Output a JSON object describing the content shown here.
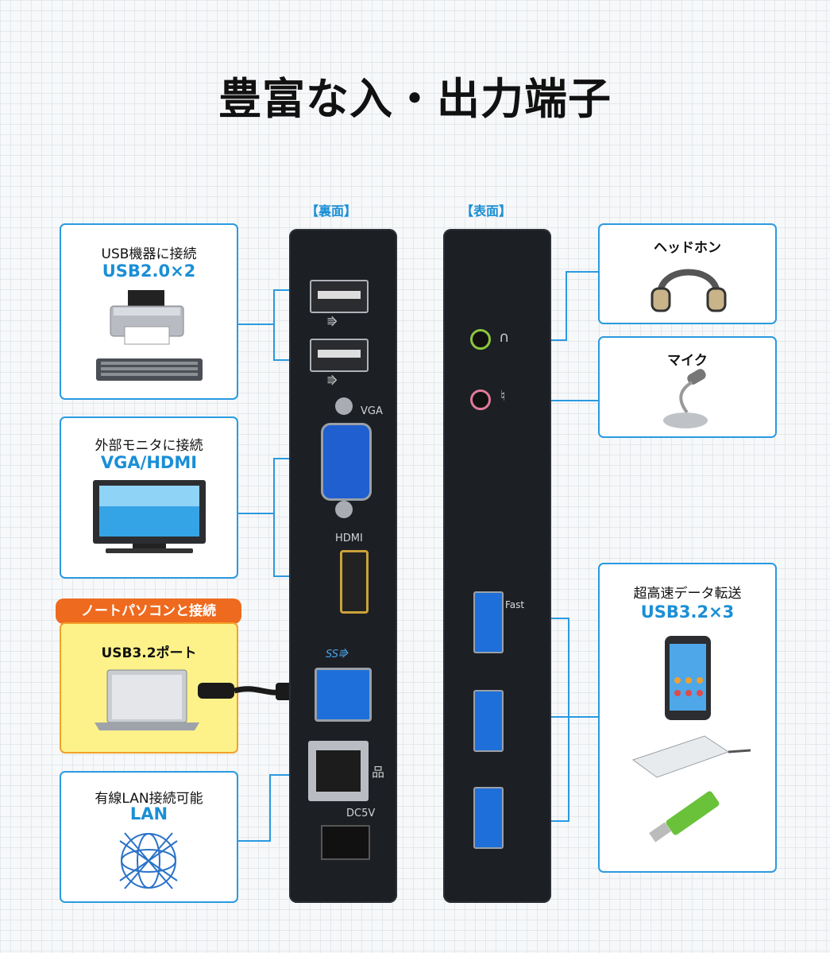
{
  "title": "豊富な入・出力端子",
  "sections": {
    "back": "【裏面】",
    "front": "【表面】"
  },
  "cards": {
    "usb2": {
      "lead": "USB機器に接続",
      "big": "USB2.0×2"
    },
    "monitor": {
      "lead": "外部モニタに接続",
      "big": "VGA/HDMI"
    },
    "notebook": {
      "tag": "ノートパソコンと接続",
      "lead": "USB3.2ポート"
    },
    "lan": {
      "lead": "有線LAN接続可能",
      "big": "LAN"
    },
    "headphone": {
      "lead": "ヘッドホン"
    },
    "mic": {
      "lead": "マイク"
    },
    "usb3": {
      "lead": "超高速データ転送",
      "big": "USB3.2×3"
    }
  },
  "ports": {
    "vga": "VGA",
    "hdmi": "HDMI",
    "dc": "DC5V",
    "fast": "Fast"
  },
  "colors": {
    "accent": "#1a8fd6",
    "orange": "#ee6a1f",
    "yellow": "#fdf28a",
    "device": "#1c1f24"
  }
}
